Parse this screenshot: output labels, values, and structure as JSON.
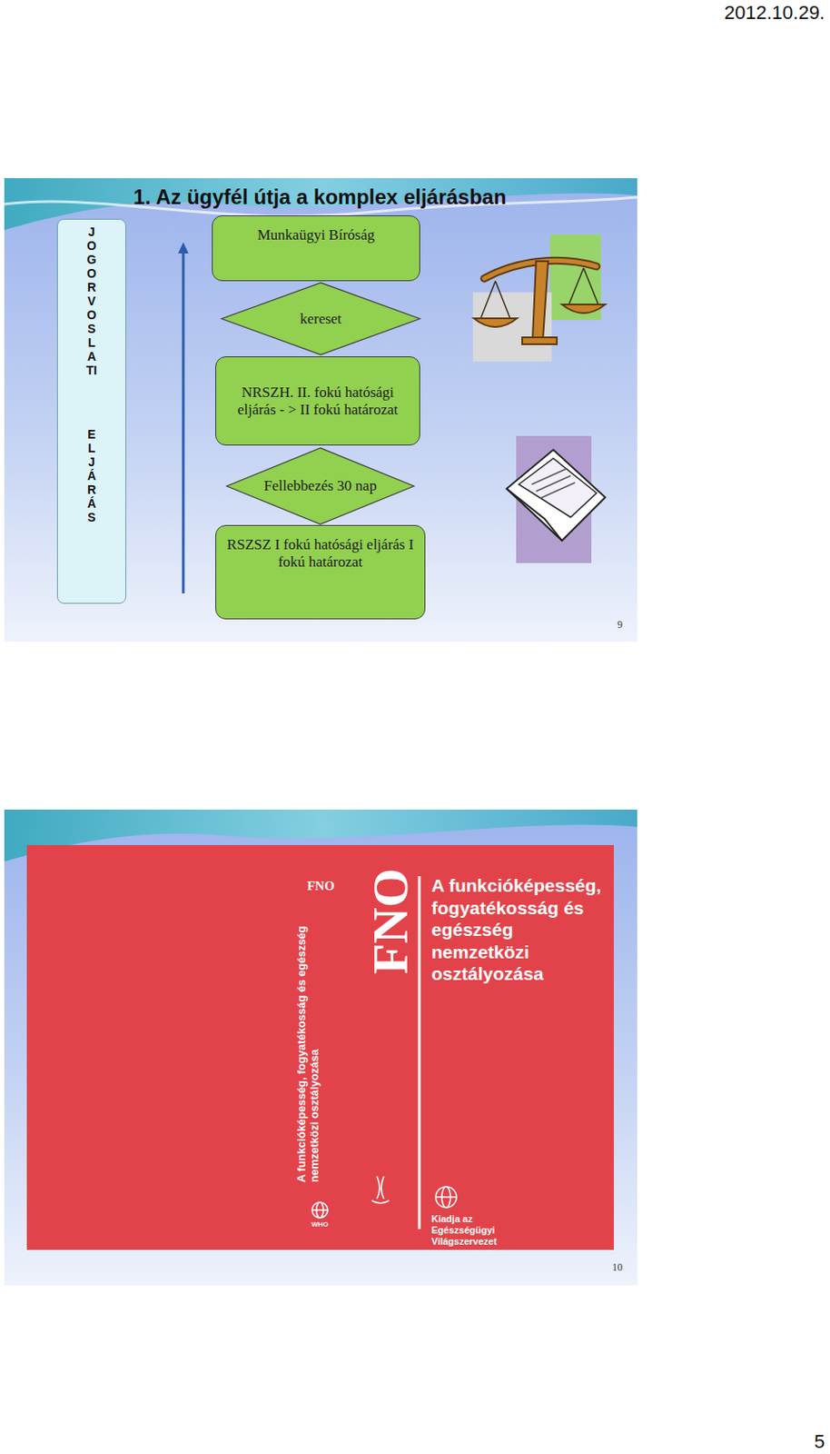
{
  "diagram": {
    "title": "1. Az ügyfél útja a komplex eljárásban",
    "nodes": [
      {
        "text": [
          "JOGORVOSLATI",
          "ELJÁRÁS"
        ]
      },
      {
        "text": [
          "Munkaügyi Bíróság"
        ]
      },
      {
        "text": [
          "kereset"
        ]
      },
      {
        "text": [
          "NRSZH. II. fokú hatósági eljárás - > II fokú határozat"
        ]
      },
      {
        "text": [
          "Fellebbezés 30 nap"
        ]
      },
      {
        "text": [
          "RSZSZ I fokú hatósági eljárás I fokú határozat"
        ]
      }
    ],
    "labels": [
      "2012.10.29.",
      "9",
      "FNO",
      "A funkcióképesség, fogyatékosság és egészség nemzetközi osztályozása",
      "WHO",
      "FNO",
      "A funkcióképesség, fogyatékosság és egészség nemzetközi osztályozása",
      "Kiadja az Egészségügyi Világszervezet",
      "10",
      "5"
    ]
  }
}
